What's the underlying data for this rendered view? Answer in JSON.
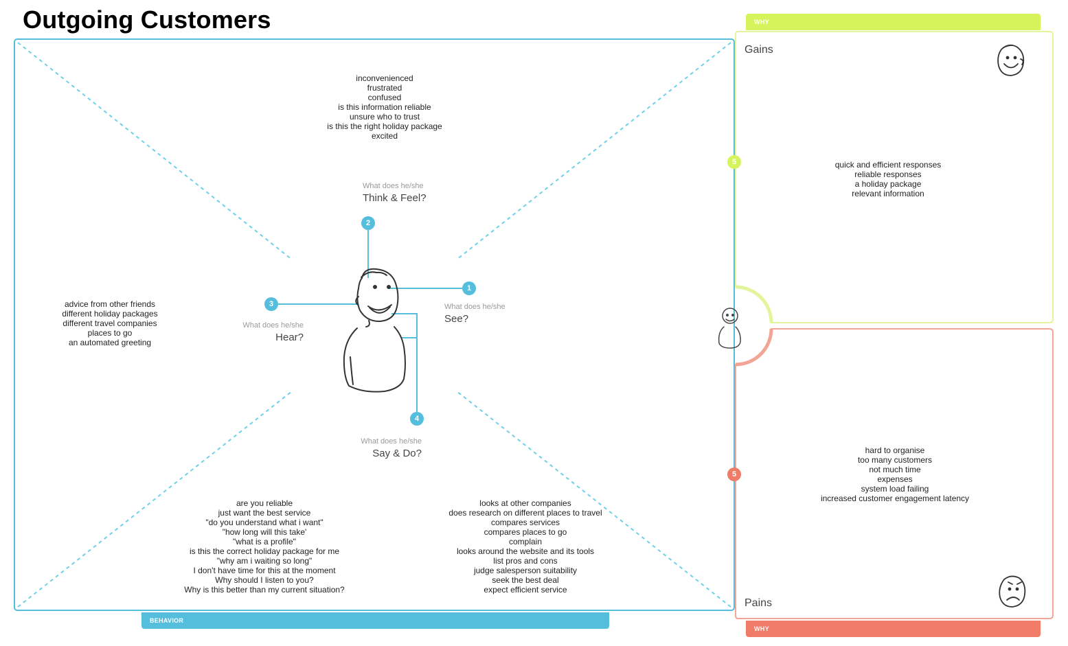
{
  "page_title": "Outgoing Customers",
  "colors": {
    "behavior": "#55bedc",
    "gains": "#d6f35c",
    "pains": "#f07b67",
    "dashed": "#6fd0ea"
  },
  "quadrants": {
    "think_feel": {
      "prompt_small": "What does he/she",
      "prompt_big": "Think & Feel?",
      "badge": "2",
      "notes": [
        "inconvenienced",
        "frustrated",
        "confused",
        "is this information reliable",
        "unsure who to trust",
        "is this the right holiday package",
        "excited"
      ]
    },
    "see": {
      "prompt_small": "What does he/she",
      "prompt_big": "See?",
      "badge": "1",
      "notes": [
        "looks at other companies",
        "does research on different places to travel",
        "compares services",
        "compares places to go",
        "complain",
        "looks around the website and its tools",
        "list pros and cons",
        "judge salesperson suitability",
        "seek the best deal",
        "expect efficient service"
      ]
    },
    "hear": {
      "prompt_small": "What does he/she",
      "prompt_big": "Hear?",
      "badge": "3",
      "notes": [
        "advice from other friends",
        "different holiday packages",
        "different travel companies",
        "places to go",
        "an automated greeting"
      ]
    },
    "say_do": {
      "prompt_small": "What does he/she",
      "prompt_big": "Say & Do?",
      "badge": "4",
      "notes": [
        "are you reliable",
        "just want the best service",
        "\"do you understand what i want\"",
        "\"how long will this take'",
        "\"what is a profile\"",
        "is this the correct holiday package for me",
        "\"why am i waiting so long\"",
        "I don't have time for this at the moment",
        "Why should I listen to you?",
        "Why is this better than my current situation?"
      ]
    }
  },
  "behavior_tab": "BEHAVIOR",
  "gains": {
    "tab": "WHY",
    "label": "Gains",
    "badge": "5",
    "notes": [
      "quick and efficient responses",
      "reliable responses",
      "a holiday package",
      "relevant information"
    ]
  },
  "pains": {
    "tab": "WHY",
    "label": "Pains",
    "badge": "5",
    "notes": [
      "hard to organise",
      "too many customers",
      "not much time",
      "expenses",
      "system load failing",
      "increased customer engagement latency"
    ]
  },
  "icons": {
    "persona": "person-sketch-icon",
    "happy": "happy-face-icon",
    "sad": "sad-face-icon"
  }
}
